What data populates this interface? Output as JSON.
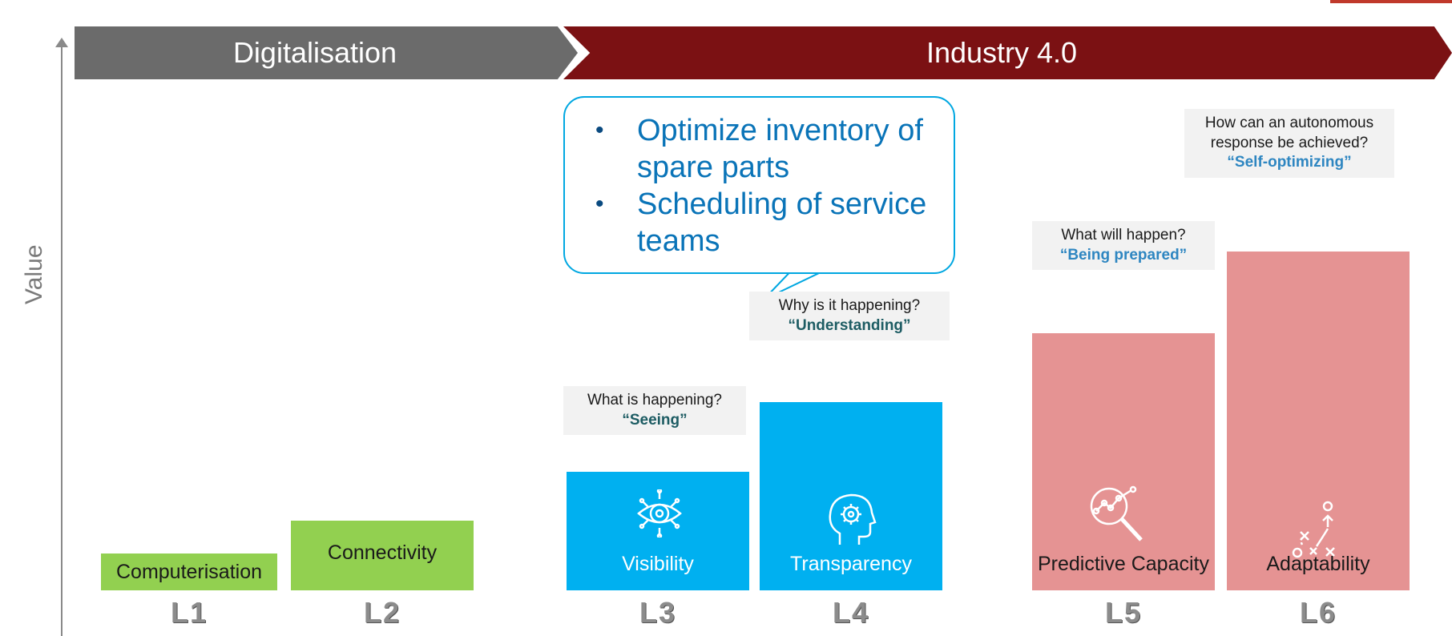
{
  "header": {
    "left_phase": "Digitalisation",
    "right_phase": "Industry 4.0"
  },
  "axis": {
    "y_label": "Value"
  },
  "callout": {
    "items": [
      "Optimize inventory of spare parts",
      "Scheduling of service teams"
    ]
  },
  "levels": [
    {
      "id": "L1",
      "bar_label": "Computerisation",
      "value_fraction": 0.09,
      "color": "#92d050"
    },
    {
      "id": "L2",
      "bar_label": "Connectivity",
      "value_fraction": 0.17,
      "color": "#92d050"
    },
    {
      "id": "L3",
      "bar_label": "Visibility",
      "icon": "eye-circuit-icon",
      "question": "What is happening?",
      "quote": "“Seeing”",
      "value_fraction": 0.29,
      "color": "#00b0f0"
    },
    {
      "id": "L4",
      "bar_label": "Transparency",
      "icon": "head-gear-icon",
      "question": "Why is it happening?",
      "quote": "“Understanding”",
      "value_fraction": 0.46,
      "color": "#00b0f0"
    },
    {
      "id": "L5",
      "bar_label": "Predictive Capacity",
      "icon": "magnifier-chart-icon",
      "question": "What will happen?",
      "quote": "“Being prepared”",
      "value_fraction": 0.63,
      "color": "#e59393"
    },
    {
      "id": "L6",
      "bar_label": "Adaptability",
      "icon": "strategy-play-icon",
      "question": "How can an autonomous response be achieved?",
      "quote": "“Self-optimizing”",
      "value_fraction": 0.83,
      "color": "#e59393"
    }
  ]
}
